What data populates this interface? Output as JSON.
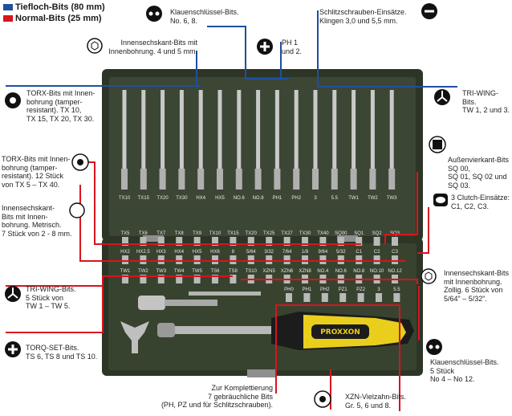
{
  "legend": {
    "long": {
      "label": "Tiefloch-Bits (80 mm)",
      "color": "#1f4fa0"
    },
    "normal": {
      "label": "Normal-Bits (25 mm)",
      "color": "#d8141c"
    }
  },
  "labels": {
    "klauen_top": "Klauenschlüssel-Bits.\nNo. 6, 8.",
    "schlitz_top": "Schlitzschrauben-Einsätze.\nKlingen 3,0 und 5,5 mm.",
    "innen_top": "Innensechskant-Bits mit\nInnenbohrung. 4 und 5 mm.",
    "ph_top": "PH 1\nund 2.",
    "torx_tamper": "TORX-Bits mit Innen-\nbohrung (tamper-\nresistant). TX 10,\nTX 15, TX 20, TX 30.",
    "tri_wing_top": "TRI-WING-Bits.\nTW 1, 2 und 3.",
    "torx_12": "TORX-Bits mit Innen-\nbohrung (tamper-\nresistant). 12 Stück\nvon TX 5 – TX 40.",
    "aussen": "Außenvierkant-Bits SQ 00,\nSQ 01, SQ 02 und SQ 03.",
    "clutch": "3 Clutch-Einsätze:\nC1, C2, C3.",
    "innen_metric": "Innensechskant-\nBits mit Innen-\nbohrung. Metrisch.\n7 Stück von 2 - 8 mm.",
    "innen_zoll": "Innensechskant-Bits\nmit Innenbohrung.\nZollig. 6 Stück von\n5/64\" – 5/32\".",
    "tri_wing_bottom": "TRI-WING-Bits.\n5 Stück von\nTW 1 – TW 5.",
    "torq": "TORQ-SET-Bits.\nTS 6, TS 8 und TS 10.",
    "klauen_bottom": "Klauenschlüssel-Bits.\n5 Stück\nNo 4 – No 12.",
    "kompl": "Zur Komplettierung\n7 gebräuchliche Bits\n(PH, PZ und für Schlitzschrauben).",
    "xzn": "XZN-Vielzahn-Bits.\nGr. 5, 6 und 8."
  },
  "long_bits": [
    "TX10",
    "TX15",
    "TX20",
    "TX30",
    "HX4",
    "HX5",
    "NO.6",
    "NO.8",
    "PH1",
    "PH2",
    "3",
    "5.5",
    "TW1",
    "TW2",
    "TW3"
  ],
  "row1": [
    "TX5",
    "TX6",
    "TX7",
    "TX8",
    "TX9",
    "TX10",
    "TX15",
    "TX20",
    "TX25",
    "TX27",
    "TX30",
    "TX40",
    "SQ00",
    "SQ1",
    "SQ2",
    "SQ3"
  ],
  "row2": [
    "HX2",
    "HX2.5",
    "HX3",
    "HX4",
    "HX5",
    "HX6",
    "8",
    "5/64",
    "3/32",
    "7/64",
    "1/8",
    "9/64",
    "5/32",
    "C1",
    "C2",
    "C3"
  ],
  "row3": [
    "TW1",
    "TW2",
    "TW3",
    "TW4",
    "TW5",
    "TS6",
    "TS8",
    "TS10",
    "XZN5",
    "XZN6",
    "XZN8",
    "NO.4",
    "NO.6",
    "NO.8",
    "NO.10",
    "NO.12"
  ],
  "row4": [
    "PH0",
    "PH1",
    "PH2",
    "PZ1",
    "PZ2",
    "3",
    "5.5"
  ],
  "brand": "PROXXON"
}
